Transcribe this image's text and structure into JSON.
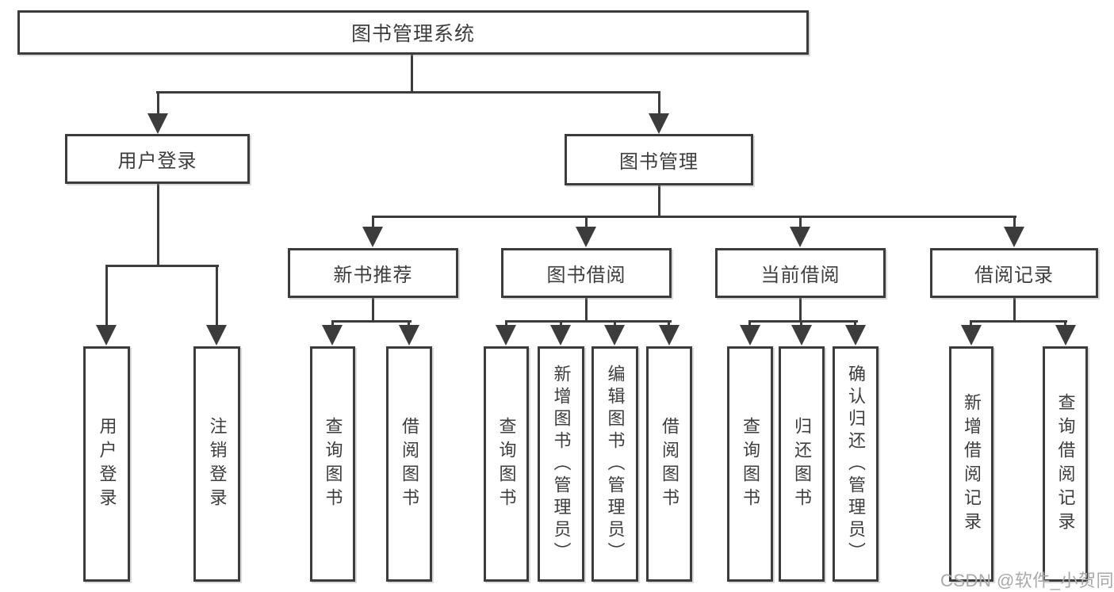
{
  "diagram": {
    "root": {
      "label": "图书管理系统"
    },
    "branches": [
      {
        "label": "用户登录",
        "leaves": [
          {
            "label": "用户登录"
          },
          {
            "label": "注销登录"
          }
        ]
      },
      {
        "label": "图书管理",
        "groups": [
          {
            "label": "新书推荐",
            "leaves": [
              {
                "label": "查询图书"
              },
              {
                "label": "借阅图书"
              }
            ]
          },
          {
            "label": "图书借阅",
            "leaves": [
              {
                "label": "查询图书"
              },
              {
                "label": "新增图书（管理员）"
              },
              {
                "label": "编辑图书（管理员）"
              },
              {
                "label": "借阅图书"
              }
            ]
          },
          {
            "label": "当前借阅",
            "leaves": [
              {
                "label": "查询图书"
              },
              {
                "label": "归还图书"
              },
              {
                "label": "确认归还（管理员）"
              }
            ]
          },
          {
            "label": "借阅记录",
            "leaves": [
              {
                "label": "新增借阅记录"
              },
              {
                "label": "查询借阅记录"
              }
            ]
          }
        ]
      }
    ]
  },
  "watermark": {
    "text": "CSDN @软件_小贺同学"
  },
  "colors": {
    "line": "#3c3c3c",
    "box_border": "#3c3c3c",
    "text": "#3d3d3d",
    "watermark": "#a9a9a9",
    "background": "#ffffff"
  }
}
